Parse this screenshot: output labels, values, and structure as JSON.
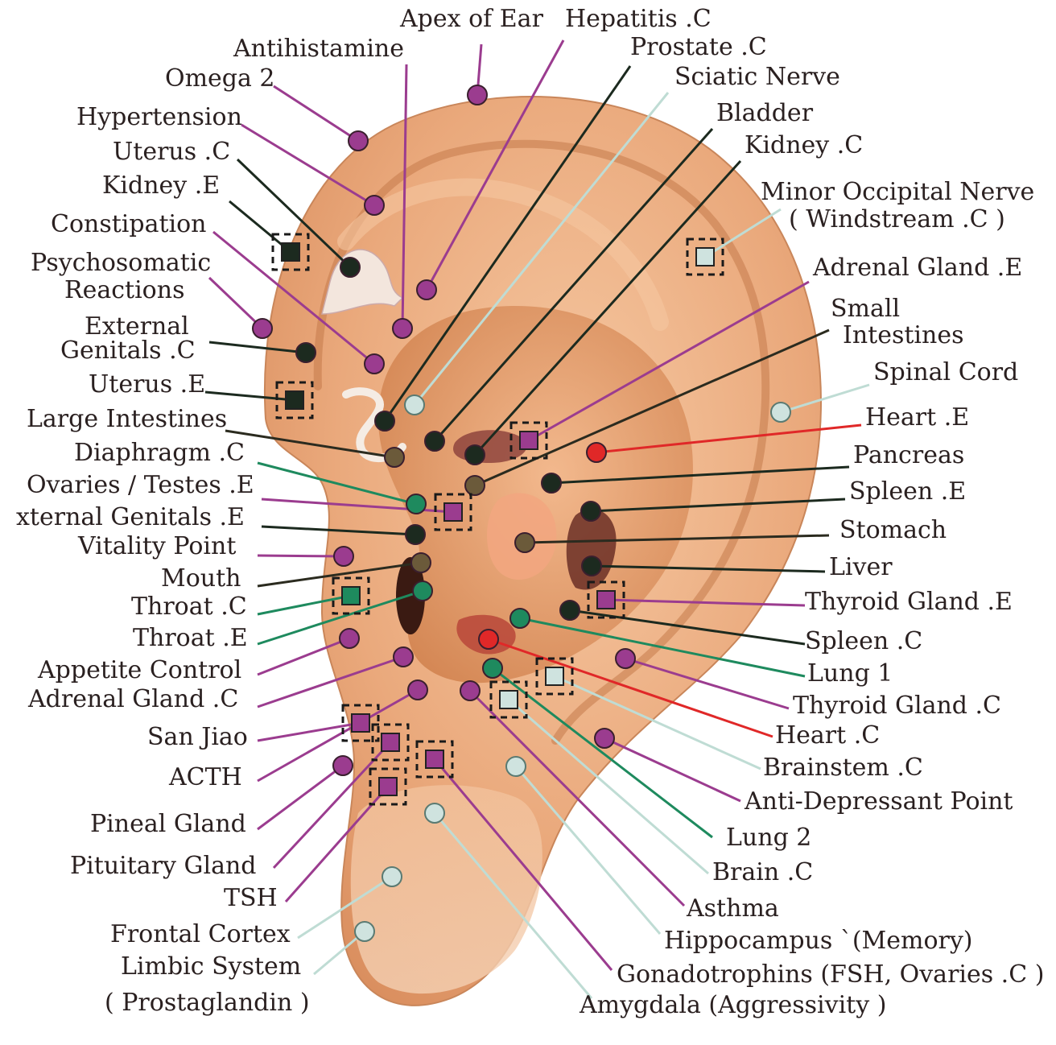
{
  "colors": {
    "purple": "#9b3c8f",
    "dark": "#1c2a1f",
    "olive": "#6b5a3a",
    "green": "#1e8a5e",
    "light": "#cfe3df",
    "red": "#e02828",
    "ear_skin": "#e9a97d",
    "ear_inner": "#d98a55"
  },
  "points": [
    {
      "id": "apex-of-ear",
      "label": "Apex of Ear",
      "marker": "circle",
      "color": "purple"
    },
    {
      "id": "hepatitis-c",
      "label": "Hepatitis .C",
      "marker": "circle",
      "color": "purple"
    },
    {
      "id": "antihistamine",
      "label": "Antihistamine",
      "marker": "circle",
      "color": "purple"
    },
    {
      "id": "prostate-c",
      "label": "Prostate .C",
      "marker": "circle",
      "color": "dark"
    },
    {
      "id": "omega-2",
      "label": "Omega 2",
      "marker": "circle",
      "color": "purple"
    },
    {
      "id": "sciatic-nerve",
      "label": "Sciatic Nerve",
      "marker": "circle",
      "color": "light"
    },
    {
      "id": "hypertension",
      "label": "Hypertension",
      "marker": "circle",
      "color": "purple"
    },
    {
      "id": "bladder",
      "label": "Bladder",
      "marker": "circle",
      "color": "dark"
    },
    {
      "id": "uterus-c",
      "label": "Uterus .C",
      "marker": "circle",
      "color": "dark"
    },
    {
      "id": "kidney-c",
      "label": "Kidney .C",
      "marker": "circle",
      "color": "dark"
    },
    {
      "id": "kidney-e",
      "label": "Kidney .E",
      "marker": "square",
      "color": "dark"
    },
    {
      "id": "minor-occipital-nerve",
      "label": "Minor Occipital Nerve",
      "label2": "( Windstream .C )",
      "marker": "square",
      "color": "light"
    },
    {
      "id": "constipation",
      "label": "Constipation",
      "marker": "circle",
      "color": "purple"
    },
    {
      "id": "psychosomatic-reactions",
      "label": "Psychosomatic",
      "label2": "Reactions",
      "marker": "circle",
      "color": "purple"
    },
    {
      "id": "adrenal-gland-e",
      "label": "Adrenal Gland .E",
      "marker": "square",
      "color": "purple"
    },
    {
      "id": "small-intestines",
      "label": "Small",
      "label2": "Intestines",
      "marker": "circle",
      "color": "olive"
    },
    {
      "id": "external-genitals-c",
      "label": "External",
      "label2": "Genitals .C",
      "marker": "circle",
      "color": "dark"
    },
    {
      "id": "uterus-e",
      "label": "Uterus .E",
      "marker": "square",
      "color": "dark"
    },
    {
      "id": "spinal-cord",
      "label": "Spinal Cord",
      "marker": "circle",
      "color": "light"
    },
    {
      "id": "large-intestines",
      "label": "Large Intestines",
      "marker": "circle",
      "color": "olive"
    },
    {
      "id": "heart-e",
      "label": "Heart .E",
      "marker": "circle",
      "color": "red"
    },
    {
      "id": "diaphragm-c",
      "label": "Diaphragm .C",
      "marker": "circle",
      "color": "green"
    },
    {
      "id": "pancreas",
      "label": "Pancreas",
      "marker": "circle",
      "color": "dark"
    },
    {
      "id": "ovaries-testes-e",
      "label": "Ovaries / Testes .E",
      "marker": "square",
      "color": "purple"
    },
    {
      "id": "spleen-e",
      "label": "Spleen .E",
      "marker": "circle",
      "color": "dark"
    },
    {
      "id": "external-genitals-e",
      "label": "xternal Genitals .E",
      "marker": "circle",
      "color": "dark"
    },
    {
      "id": "stomach",
      "label": "Stomach",
      "marker": "circle",
      "color": "olive"
    },
    {
      "id": "vitality-point",
      "label": "Vitality Point",
      "marker": "circle",
      "color": "purple"
    },
    {
      "id": "liver",
      "label": "Liver",
      "marker": "circle",
      "color": "dark"
    },
    {
      "id": "mouth",
      "label": "Mouth",
      "marker": "circle",
      "color": "olive"
    },
    {
      "id": "thyroid-gland-e",
      "label": "Thyroid Gland .E",
      "marker": "square",
      "color": "purple"
    },
    {
      "id": "throat-c",
      "label": "Throat .C",
      "marker": "square",
      "color": "green"
    },
    {
      "id": "spleen-c",
      "label": "Spleen .C",
      "marker": "circle",
      "color": "dark"
    },
    {
      "id": "throat-e",
      "label": "Throat .E",
      "marker": "circle",
      "color": "green"
    },
    {
      "id": "lung-1",
      "label": "Lung 1",
      "marker": "circle",
      "color": "green"
    },
    {
      "id": "appetite-control",
      "label": "Appetite Control",
      "marker": "circle",
      "color": "purple"
    },
    {
      "id": "thyroid-gland-c",
      "label": "Thyroid Gland .C",
      "marker": "circle",
      "color": "purple"
    },
    {
      "id": "adrenal-gland-c",
      "label": "Adrenal Gland .C",
      "marker": "circle",
      "color": "purple"
    },
    {
      "id": "heart-c",
      "label": "Heart .C",
      "marker": "circle",
      "color": "red"
    },
    {
      "id": "san-jiao",
      "label": "San Jiao",
      "marker": "square",
      "color": "purple"
    },
    {
      "id": "brainstem-c",
      "label": "Brainstem .C",
      "marker": "square",
      "color": "light"
    },
    {
      "id": "acth",
      "label": "ACTH",
      "marker": "circle",
      "color": "purple"
    },
    {
      "id": "anti-depressant-point",
      "label": "Anti-Depressant Point",
      "marker": "circle",
      "color": "purple"
    },
    {
      "id": "pineal-gland",
      "label": "Pineal Gland",
      "marker": "circle",
      "color": "purple"
    },
    {
      "id": "lung-2",
      "label": "Lung 2",
      "marker": "circle",
      "color": "green"
    },
    {
      "id": "pituitary-gland",
      "label": "Pituitary Gland",
      "marker": "square",
      "color": "purple"
    },
    {
      "id": "brain-c",
      "label": "Brain .C",
      "marker": "square",
      "color": "light"
    },
    {
      "id": "tsh",
      "label": "TSH",
      "marker": "square",
      "color": "purple"
    },
    {
      "id": "asthma",
      "label": "Asthma",
      "marker": "circle",
      "color": "purple"
    },
    {
      "id": "frontal-cortex",
      "label": "Frontal Cortex",
      "marker": "circle",
      "color": "light"
    },
    {
      "id": "hippocampus",
      "label": "Hippocampus `(Memory)",
      "marker": "circle",
      "color": "light"
    },
    {
      "id": "limbic-system",
      "label": "Limbic System",
      "label2": "( Prostaglandin )",
      "marker": "circle",
      "color": "light"
    },
    {
      "id": "gonadotrophins",
      "label": "Gonadotrophins  (FSH, Ovaries .C )",
      "marker": "square",
      "color": "purple"
    },
    {
      "id": "amygdala",
      "label": "Amygdala  (Aggressivity )",
      "marker": "circle",
      "color": "light"
    }
  ]
}
